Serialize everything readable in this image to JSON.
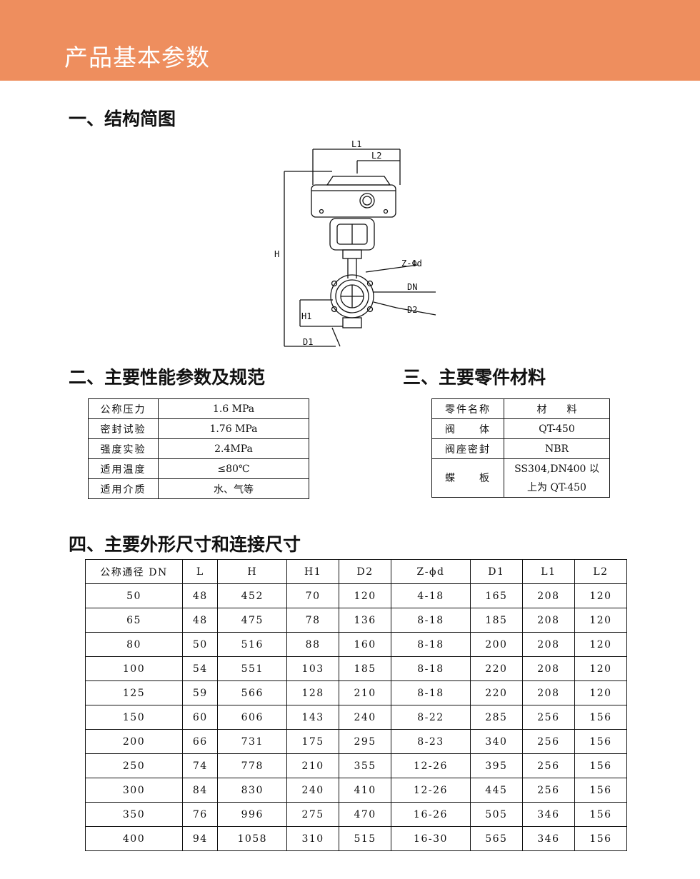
{
  "header": {
    "title": "产品基本参数"
  },
  "sections": {
    "structure": "一、结构简图",
    "performance": "二、主要性能参数及规范",
    "materials": "三、主要零件材料",
    "dimensions": "四、主要外形尺寸和连接尺寸"
  },
  "drawing_labels": {
    "l1": "L1",
    "l2": "L2",
    "h": "H",
    "z": "Z-Φd",
    "dn": "DN",
    "d2": "D2",
    "h1": "H1",
    "d1": "D1"
  },
  "performance_table": [
    {
      "key": "公称压力",
      "value": "1.6 MPa"
    },
    {
      "key": "密封试验",
      "value": "1.76 MPa"
    },
    {
      "key": "强度实验",
      "value": "2.4MPa"
    },
    {
      "key": "适用温度",
      "value": "≤80℃"
    },
    {
      "key": "适用介质",
      "value": "水、气等"
    }
  ],
  "materials_table": {
    "header": {
      "key": "零件名称",
      "value": "材　　料"
    },
    "rows": [
      {
        "key": "阀　　体",
        "value": "QT-450"
      },
      {
        "key": "阀座密封",
        "value": "NBR"
      },
      {
        "key": "蝶　　板",
        "value_line1": "SS304,DN400 以",
        "value_line2": "上为 QT-450"
      }
    ]
  },
  "dimension_table": {
    "headers": [
      "公称通径 DN",
      "L",
      "H",
      "H1",
      "D2",
      "Z-ϕd",
      "D1",
      "L1",
      "L2"
    ],
    "rows": [
      [
        "50",
        "48",
        "452",
        "70",
        "120",
        "4-18",
        "165",
        "208",
        "120"
      ],
      [
        "65",
        "48",
        "475",
        "78",
        "136",
        "8-18",
        "185",
        "208",
        "120"
      ],
      [
        "80",
        "50",
        "516",
        "88",
        "160",
        "8-18",
        "200",
        "208",
        "120"
      ],
      [
        "100",
        "54",
        "551",
        "103",
        "185",
        "8-18",
        "220",
        "208",
        "120"
      ],
      [
        "125",
        "59",
        "566",
        "128",
        "210",
        "8-18",
        "220",
        "208",
        "120"
      ],
      [
        "150",
        "60",
        "606",
        "143",
        "240",
        "8-22",
        "285",
        "256",
        "156"
      ],
      [
        "200",
        "66",
        "731",
        "175",
        "295",
        "8-23",
        "340",
        "256",
        "156"
      ],
      [
        "250",
        "74",
        "778",
        "210",
        "355",
        "12-26",
        "395",
        "256",
        "156"
      ],
      [
        "300",
        "84",
        "830",
        "240",
        "410",
        "12-26",
        "445",
        "256",
        "156"
      ],
      [
        "350",
        "76",
        "996",
        "275",
        "470",
        "16-26",
        "505",
        "346",
        "156"
      ],
      [
        "400",
        "94",
        "1058",
        "310",
        "515",
        "16-30",
        "565",
        "346",
        "156"
      ]
    ]
  }
}
